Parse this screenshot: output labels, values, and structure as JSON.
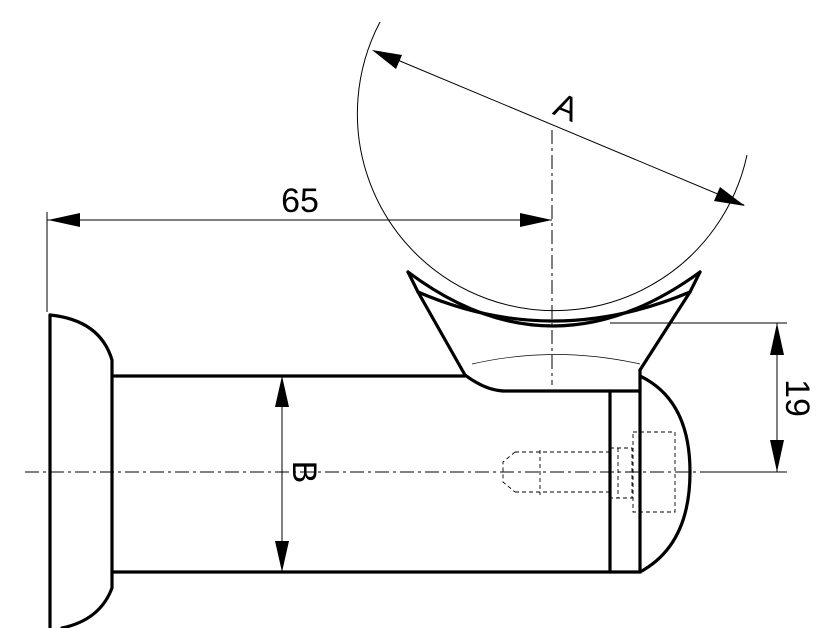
{
  "dimensions": {
    "a": "A",
    "length": "65",
    "b": "B",
    "offset": "19"
  }
}
